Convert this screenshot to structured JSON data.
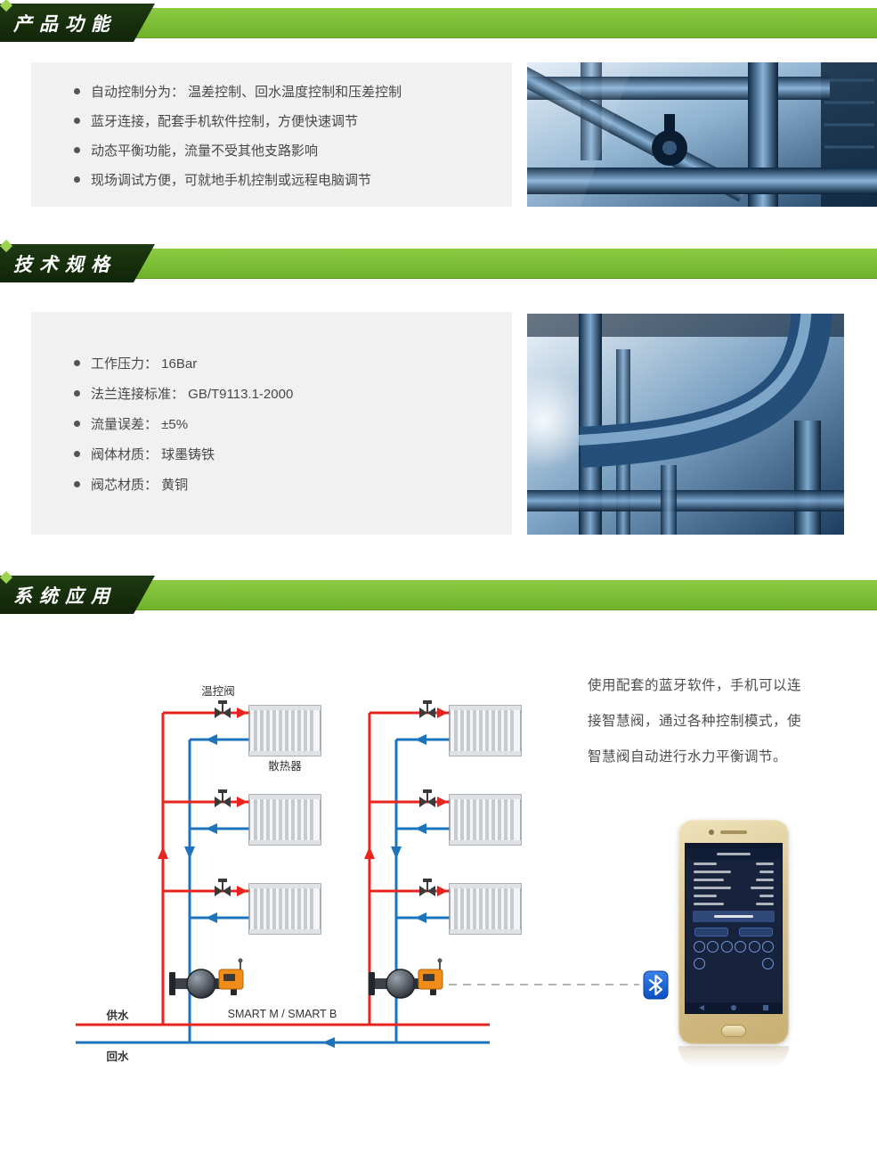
{
  "sections": {
    "features": {
      "title": "产品功能",
      "bullets": [
        "自动控制分为： 温差控制、回水温度控制和压差控制",
        "蓝牙连接，配套手机软件控制，方便快速调节",
        "动态平衡功能，流量不受其他支路影响",
        "现场调试方便，可就地手机控制或远程电脑调节"
      ]
    },
    "specs": {
      "title": "技术规格",
      "bullets": [
        "工作压力： 16Bar",
        "法兰连接标准： GB/T9113.1-2000",
        "流量误差： ±5%",
        "阀体材质： 球墨铸铁",
        "阀芯材质： 黄铜"
      ]
    },
    "application": {
      "title": "系统应用",
      "description_lines": [
        "使用配套的蓝牙软件，手机可以连",
        "接智慧阀，通过各种控制模式，使",
        "智慧阀自动进行水力平衡调节。"
      ],
      "diagram_labels": {
        "thermostat_valve": "温控阀",
        "radiator": "散热器",
        "supply": "供水",
        "return": "回水",
        "product_model": "SMART M / SMART B"
      }
    }
  },
  "colors": {
    "accent_green": "#76b82a",
    "header_dark_green": "#14300d",
    "pipe_red": "#e8241f",
    "pipe_blue": "#1e74bc",
    "valve_actuator_orange": "#ef8c1a",
    "phone_gold": "#d9c48e",
    "bluetooth_blue": "#1565d8"
  }
}
